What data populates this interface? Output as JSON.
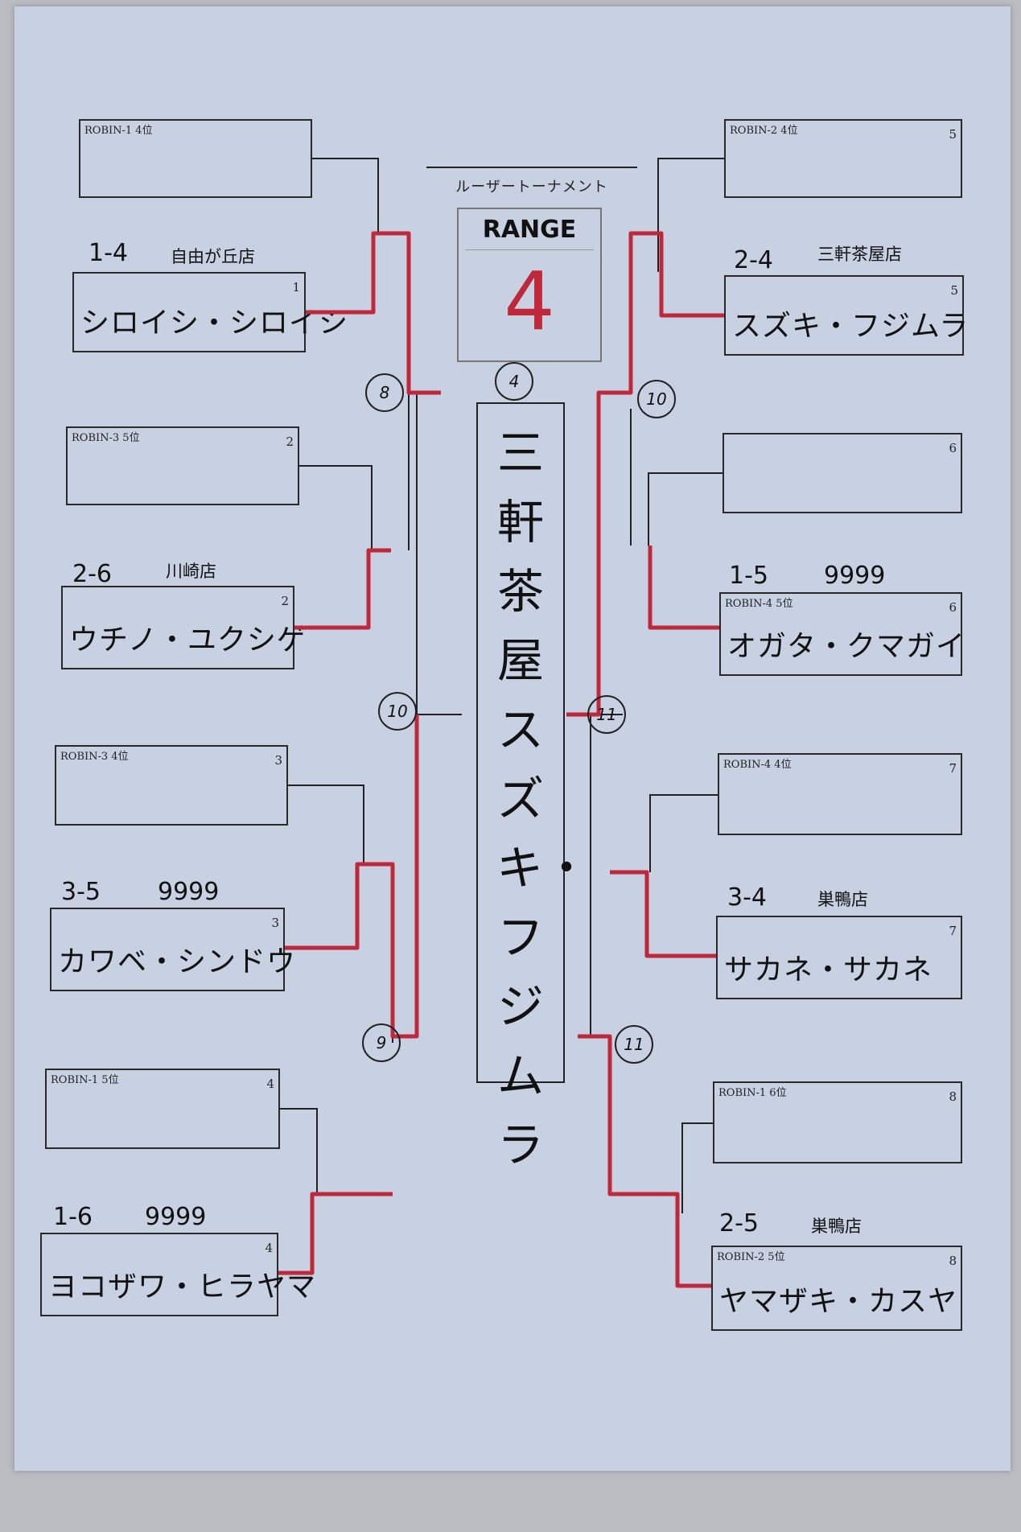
{
  "header": {
    "subtitle": "ルーザートーナメント",
    "range_label": "RANGE",
    "range_number": "4"
  },
  "winner": {
    "name": "三軒茶屋 スズキ・フジムラ",
    "match_mark": "4"
  },
  "left_slots": [
    {
      "pre": "ROBIN-1 4位",
      "num": "",
      "code": "",
      "shop": "",
      "name": ""
    },
    {
      "pre": "",
      "num": "1",
      "code": "1-4",
      "shop": "自由が丘店",
      "name": "シロイシ・シロイシ"
    },
    {
      "pre": "ROBIN-3 5位",
      "num": "2",
      "code": "",
      "shop": "",
      "name": ""
    },
    {
      "pre": "",
      "num": "2",
      "code": "2-6",
      "shop": "川崎店",
      "name": "ウチノ・ユクシゲ"
    },
    {
      "pre": "ROBIN-3 4位",
      "num": "3",
      "code": "",
      "shop": "",
      "name": ""
    },
    {
      "pre": "",
      "num": "3",
      "code": "3-5",
      "shop": "9999",
      "name": "カワベ・シンドウ"
    },
    {
      "pre": "ROBIN-1 5位",
      "num": "4",
      "code": "",
      "shop": "",
      "name": ""
    },
    {
      "pre": "",
      "num": "4",
      "code": "1-6",
      "shop": "9999",
      "name": "ヨコザワ・ヒラヤマ"
    }
  ],
  "right_slots": [
    {
      "pre": "ROBIN-2 4位",
      "num": "5",
      "code": "",
      "shop": "",
      "name": ""
    },
    {
      "pre": "",
      "num": "5",
      "code": "2-4",
      "shop": "三軒茶屋店",
      "name": "スズキ・フジムラ"
    },
    {
      "pre": "",
      "num": "6",
      "code": "",
      "shop": "",
      "name": ""
    },
    {
      "pre": "ROBIN-4 5位",
      "num": "6",
      "code": "1-5",
      "shop": "9999",
      "name": "オガタ・クマガイ"
    },
    {
      "pre": "ROBIN-4 4位",
      "num": "7",
      "code": "",
      "shop": "",
      "name": ""
    },
    {
      "pre": "",
      "num": "7",
      "code": "3-4",
      "shop": "巣鴨店",
      "name": "サカネ・サカネ"
    },
    {
      "pre": "ROBIN-1 6位",
      "num": "8",
      "code": "",
      "shop": "",
      "name": ""
    },
    {
      "pre": "ROBIN-2 5位",
      "num": "8",
      "code": "2-5",
      "shop": "巣鴨店",
      "name": "ヤマザキ・カスヤ"
    }
  ],
  "match_marks": {
    "left_upper": "8",
    "left_center": "10",
    "left_lower": "9",
    "right_upper": "10",
    "right_center": "11",
    "right_lower": "11"
  },
  "colors": {
    "paper": "#c7d1e2",
    "ink": "#111111",
    "red_pen": "#c0273a"
  }
}
